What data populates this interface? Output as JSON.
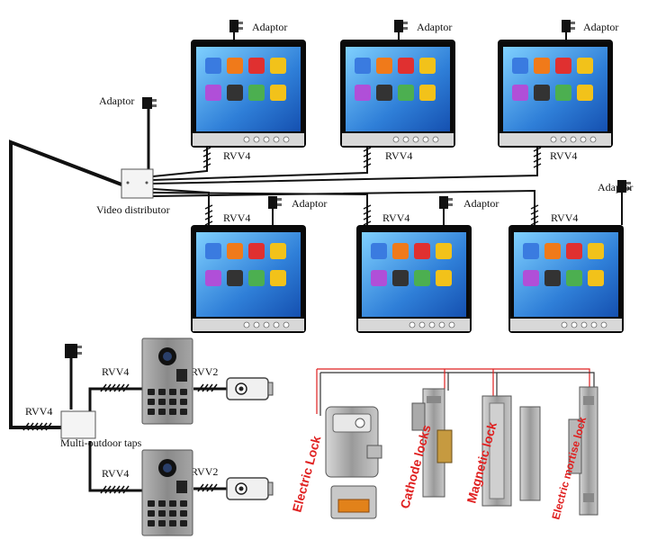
{
  "labels": {
    "adaptor": "Adaptor",
    "rvv4": "RVV4",
    "rvv2": "RVV2",
    "video_distributor": "Video distributor",
    "multi_outdoor_taps": "Multi-outdoor taps"
  },
  "monitors": [
    {
      "id": "monitor-1"
    },
    {
      "id": "monitor-2"
    },
    {
      "id": "monitor-3"
    },
    {
      "id": "monitor-4"
    },
    {
      "id": "monitor-5"
    },
    {
      "id": "monitor-6"
    }
  ],
  "app_tile_colors": [
    "#3a7be0",
    "#f07a1a",
    "#e03030",
    "#f2c21a",
    "#b04fd8",
    "#333333",
    "#4caf50",
    "#f2c21a"
  ],
  "locks": [
    {
      "label": "Electric Lock"
    },
    {
      "label": "Cathode locks"
    },
    {
      "label": "Magnetic lock"
    },
    {
      "label": "Electric mortise lock"
    }
  ],
  "colors": {
    "cable": "#111111",
    "lock_wire": "#e02020",
    "lock_label": "#e02020",
    "monitor_bezel": "#0a0a0a",
    "screen": "#2f7fd8",
    "outdoor_panel": "#8c8c8c"
  }
}
